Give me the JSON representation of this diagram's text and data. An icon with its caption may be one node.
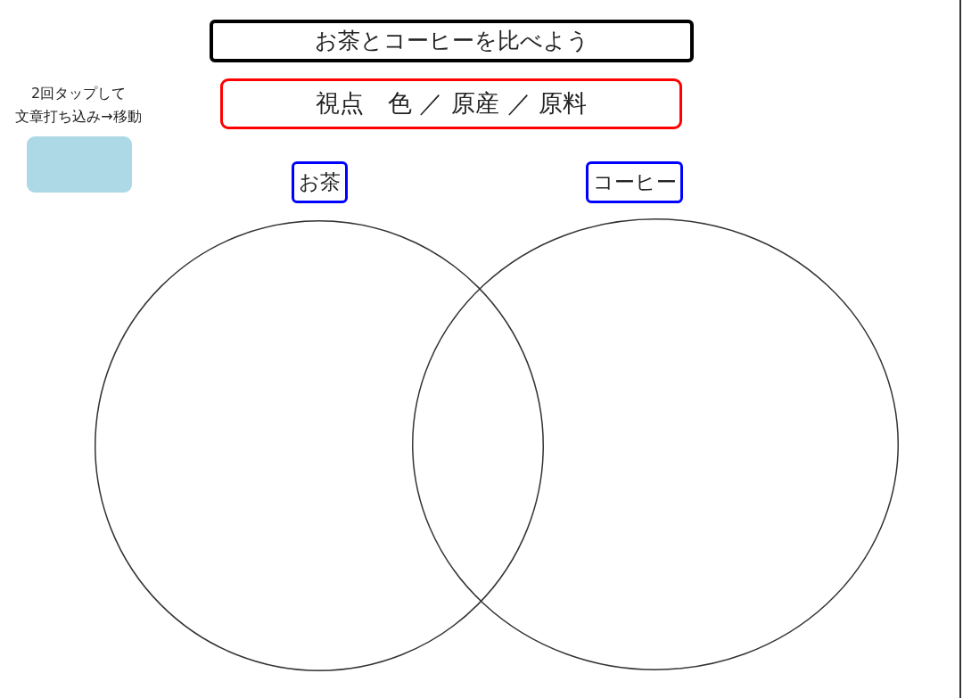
{
  "diagram": {
    "nodes": [
      {
        "text": [
          "お茶とコーヒーを比べよう"
        ]
      },
      {
        "text": [
          "視点　色 ／ 原産 ／ 原料"
        ]
      },
      {
        "text": [],
        "shape": "box",
        "beside": [
          "2回タップして文章打ち込み→移動"
        ]
      },
      {
        "text": [
          "お茶"
        ]
      },
      {
        "text": [
          "コーヒー"
        ]
      },
      {
        "text": [],
        "shape": "circle"
      },
      {
        "text": [],
        "shape": "circle"
      }
    ]
  }
}
